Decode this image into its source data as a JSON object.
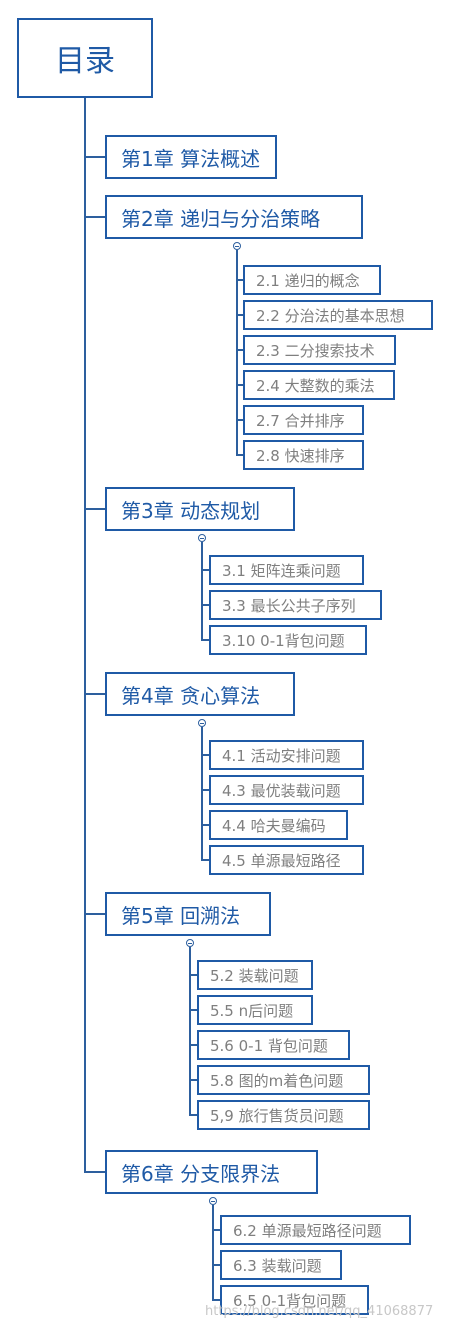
{
  "root": {
    "label": "目录"
  },
  "chapters": [
    {
      "label": "第1章 算法概述",
      "sections": []
    },
    {
      "label": "第2章 递归与分治策略",
      "sections": [
        "2.1 递归的概念",
        "2.2 分治法的基本思想",
        "2.3 二分搜索技术",
        "2.4 大整数的乘法",
        "2.7 合并排序",
        "2.8 快速排序"
      ]
    },
    {
      "label": "第3章 动态规划",
      "sections": [
        "3.1 矩阵连乘问题",
        "3.3 最长公共子序列",
        "3.10 0-1背包问题"
      ]
    },
    {
      "label": "第4章 贪心算法",
      "sections": [
        "4.1 活动安排问题",
        "4.3 最优装载问题",
        "4.4 哈夫曼编码",
        "4.5 单源最短路径"
      ]
    },
    {
      "label": "第5章 回溯法",
      "sections": [
        "5.2 装载问题",
        "5.5 n后问题",
        "5.6 0-1 背包问题",
        "5.8 图的m着色问题",
        "5,9 旅行售货员问题"
      ]
    },
    {
      "label": "第6章 分支限界法",
      "sections": [
        "6.2 单源最短路径问题",
        "6.3 装载问题",
        "6.5 0-1背包问题"
      ]
    }
  ],
  "watermark": "https://blog.csdn.net/qq_41068877",
  "colors": {
    "border": "#1f5aa6",
    "chapter_text": "#1f5aa6",
    "section_text": "#7f7f7f",
    "connector": "#2d5f9e"
  }
}
